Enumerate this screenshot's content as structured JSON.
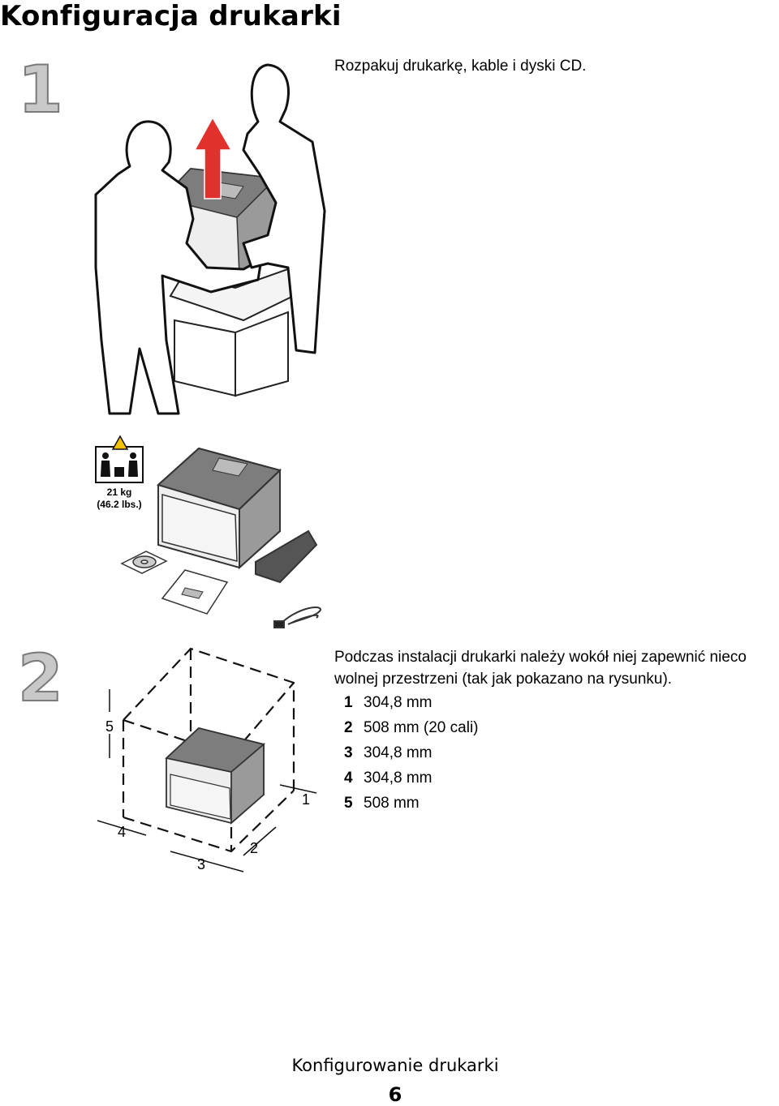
{
  "page": {
    "title": "Konfiguracja drukarki"
  },
  "steps": [
    {
      "number": "1",
      "text": "Rozpakuj drukarkę, kable i dyski CD."
    },
    {
      "number": "2",
      "text": "Podczas instalacji drukarki należy wokół niej zapewnić nieco wolnej przestrzeni (tak jak pokazano na rysunku)."
    }
  ],
  "weight_label": {
    "kg": "21 kg",
    "lbs": "(46.2 lbs.)"
  },
  "clearances": [
    {
      "n": "1",
      "value": "304,8 mm"
    },
    {
      "n": "2",
      "value": "508 mm (20 cali)"
    },
    {
      "n": "3",
      "value": "304,8 mm"
    },
    {
      "n": "4",
      "value": "304,8 mm"
    },
    {
      "n": "5",
      "value": "508 mm"
    }
  ],
  "diagram_labels": [
    "1",
    "2",
    "3",
    "4",
    "5"
  ],
  "footer": {
    "section": "Konfigurowanie drukarki",
    "page_number": "6"
  },
  "colors": {
    "arrow": "#e0312c",
    "step_number_fill": "#c8c8c8",
    "printer_gray": "#7d7d7d"
  }
}
